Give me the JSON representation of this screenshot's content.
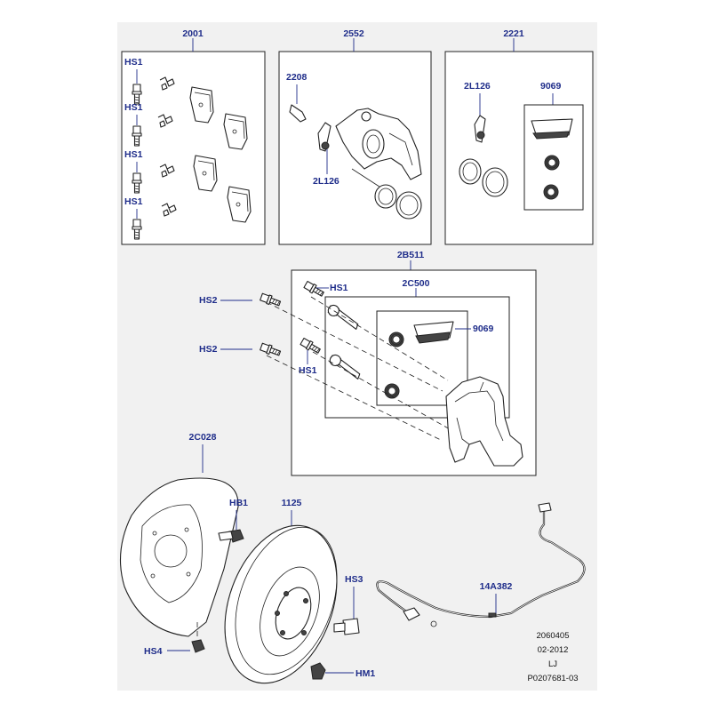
{
  "groups": {
    "pad_kit": "2001",
    "caliper": "2552",
    "caliper_repair_kit": "2221",
    "carrier_assy": "2B511",
    "guide_pin_kit": "2C500",
    "dust_shield": "2C028",
    "disc": "1125",
    "wear_sensor": "14A382"
  },
  "labels": {
    "hs1": "HS1",
    "hs2": "HS2",
    "hs3": "HS3",
    "hs4": "HS4",
    "hb1": "HB1",
    "hm1": "HM1",
    "bleed_screw": "2208",
    "bleed_cap": "2L126",
    "grease": "9069"
  },
  "footer": {
    "code": "2060405",
    "date": "02-2012",
    "initials": "LJ",
    "ref": "P0207681-03"
  }
}
